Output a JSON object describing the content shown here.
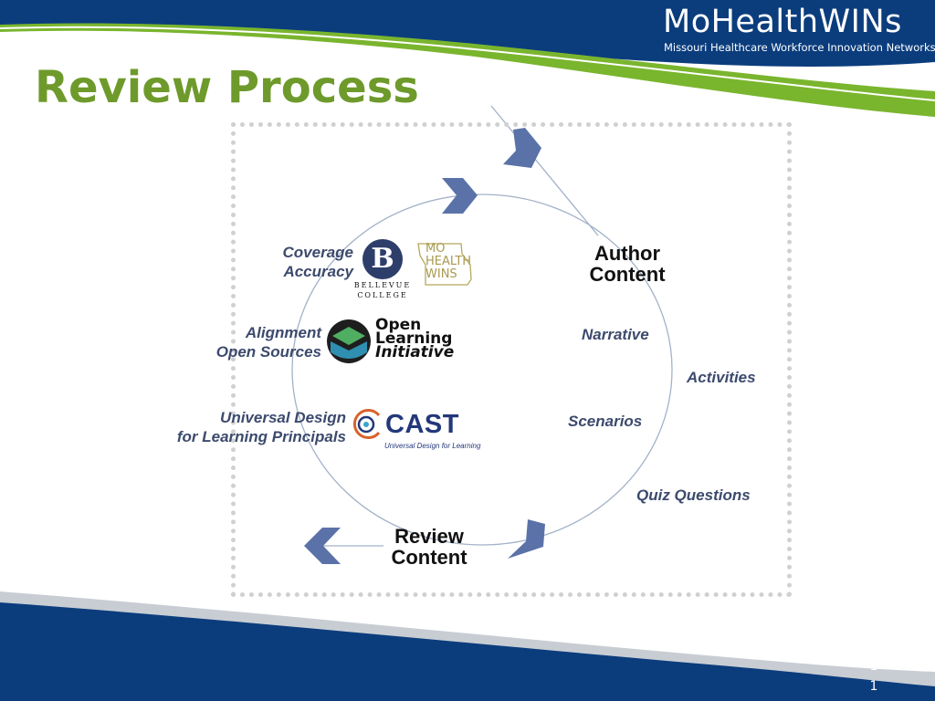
{
  "header": {
    "brand_title": "MoHealthWINs",
    "brand_subtitle": "Missouri Healthcare Workforce Innovation Networks"
  },
  "slide": {
    "title": "Review Process",
    "page_number_line1": "1",
    "page_number_line2": "1"
  },
  "diagram": {
    "author_content": [
      "Author",
      "Content"
    ],
    "review_content": [
      "Review",
      "Content"
    ],
    "author_tasks": [
      "Narrative",
      "Activities",
      "Scenarios",
      "Quiz Questions"
    ],
    "review_criteria": [
      [
        "Coverage",
        "Accuracy"
      ],
      [
        "Alignment",
        "Open Sources"
      ],
      [
        "Universal Design",
        "for Learning Principals"
      ]
    ]
  },
  "logos": {
    "bellevue_letter": "B",
    "bellevue_name": "BELLEVUE",
    "bellevue_type": "COLLEGE",
    "mo_health_wins": [
      "MO",
      "HEALTH",
      "WINS"
    ],
    "oli": [
      "Open",
      "Learning",
      "Initiative"
    ],
    "cast_name": "CAST",
    "cast_tagline": "Universal Design for Learning"
  },
  "colors": {
    "navy": "#0b3d7d",
    "green": "#7ab52e",
    "title_green": "#6e9a2b",
    "chevron": "#5b72a8",
    "label_blue": "#3c4a6d"
  }
}
